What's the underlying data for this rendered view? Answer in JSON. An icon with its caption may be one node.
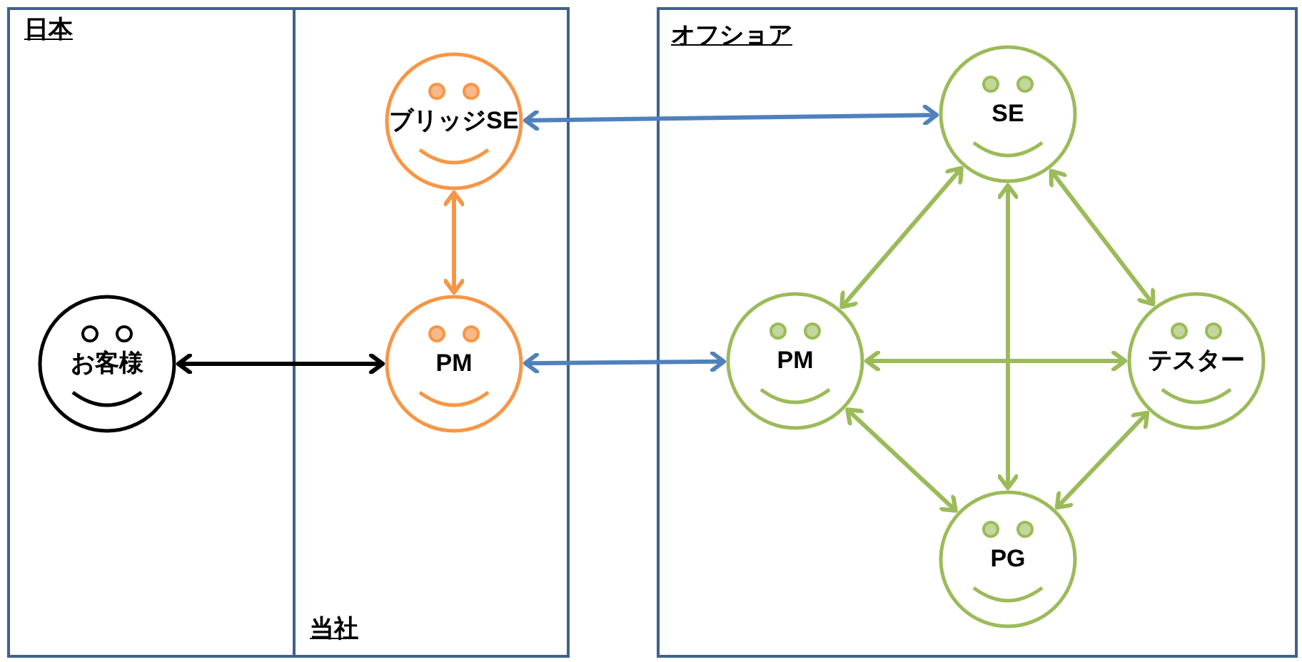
{
  "diagram": {
    "nodes": [
      {
        "text": [
          "日本"
        ]
      },
      {
        "text": [
          "当社"
        ],
        "in": 0
      },
      {
        "text": [
          "オフショア"
        ]
      },
      {
        "text": [
          "お客様"
        ],
        "in": 0
      },
      {
        "text": [
          "ブリッジSE"
        ],
        "in": 1
      },
      {
        "text": [
          "PM"
        ],
        "in": 1
      },
      {
        "text": [
          "SE"
        ],
        "in": 2
      },
      {
        "text": [
          "PM"
        ],
        "in": 2
      },
      {
        "text": [
          "テスター"
        ],
        "in": 2
      },
      {
        "text": [
          "PG"
        ],
        "in": 2
      }
    ],
    "edges": [
      {
        "from": 3,
        "to": 5,
        "arrow": "both",
        "color": "#000000"
      },
      {
        "from": 4,
        "to": 5,
        "arrow": "both",
        "color": "#f79646"
      },
      {
        "from": 4,
        "to": 6,
        "arrow": "both",
        "color": "#4f81bd"
      },
      {
        "from": 5,
        "to": 7,
        "arrow": "both",
        "color": "#4f81bd"
      },
      {
        "from": 6,
        "to": 7,
        "arrow": "both"
      },
      {
        "from": 6,
        "to": 8,
        "arrow": "both"
      },
      {
        "from": 6,
        "to": 9,
        "arrow": "both"
      },
      {
        "from": 7,
        "to": 8,
        "arrow": "both"
      },
      {
        "from": 7,
        "to": 9,
        "arrow": "both"
      },
      {
        "from": 9,
        "to": 8,
        "arrow": "both"
      }
    ]
  }
}
